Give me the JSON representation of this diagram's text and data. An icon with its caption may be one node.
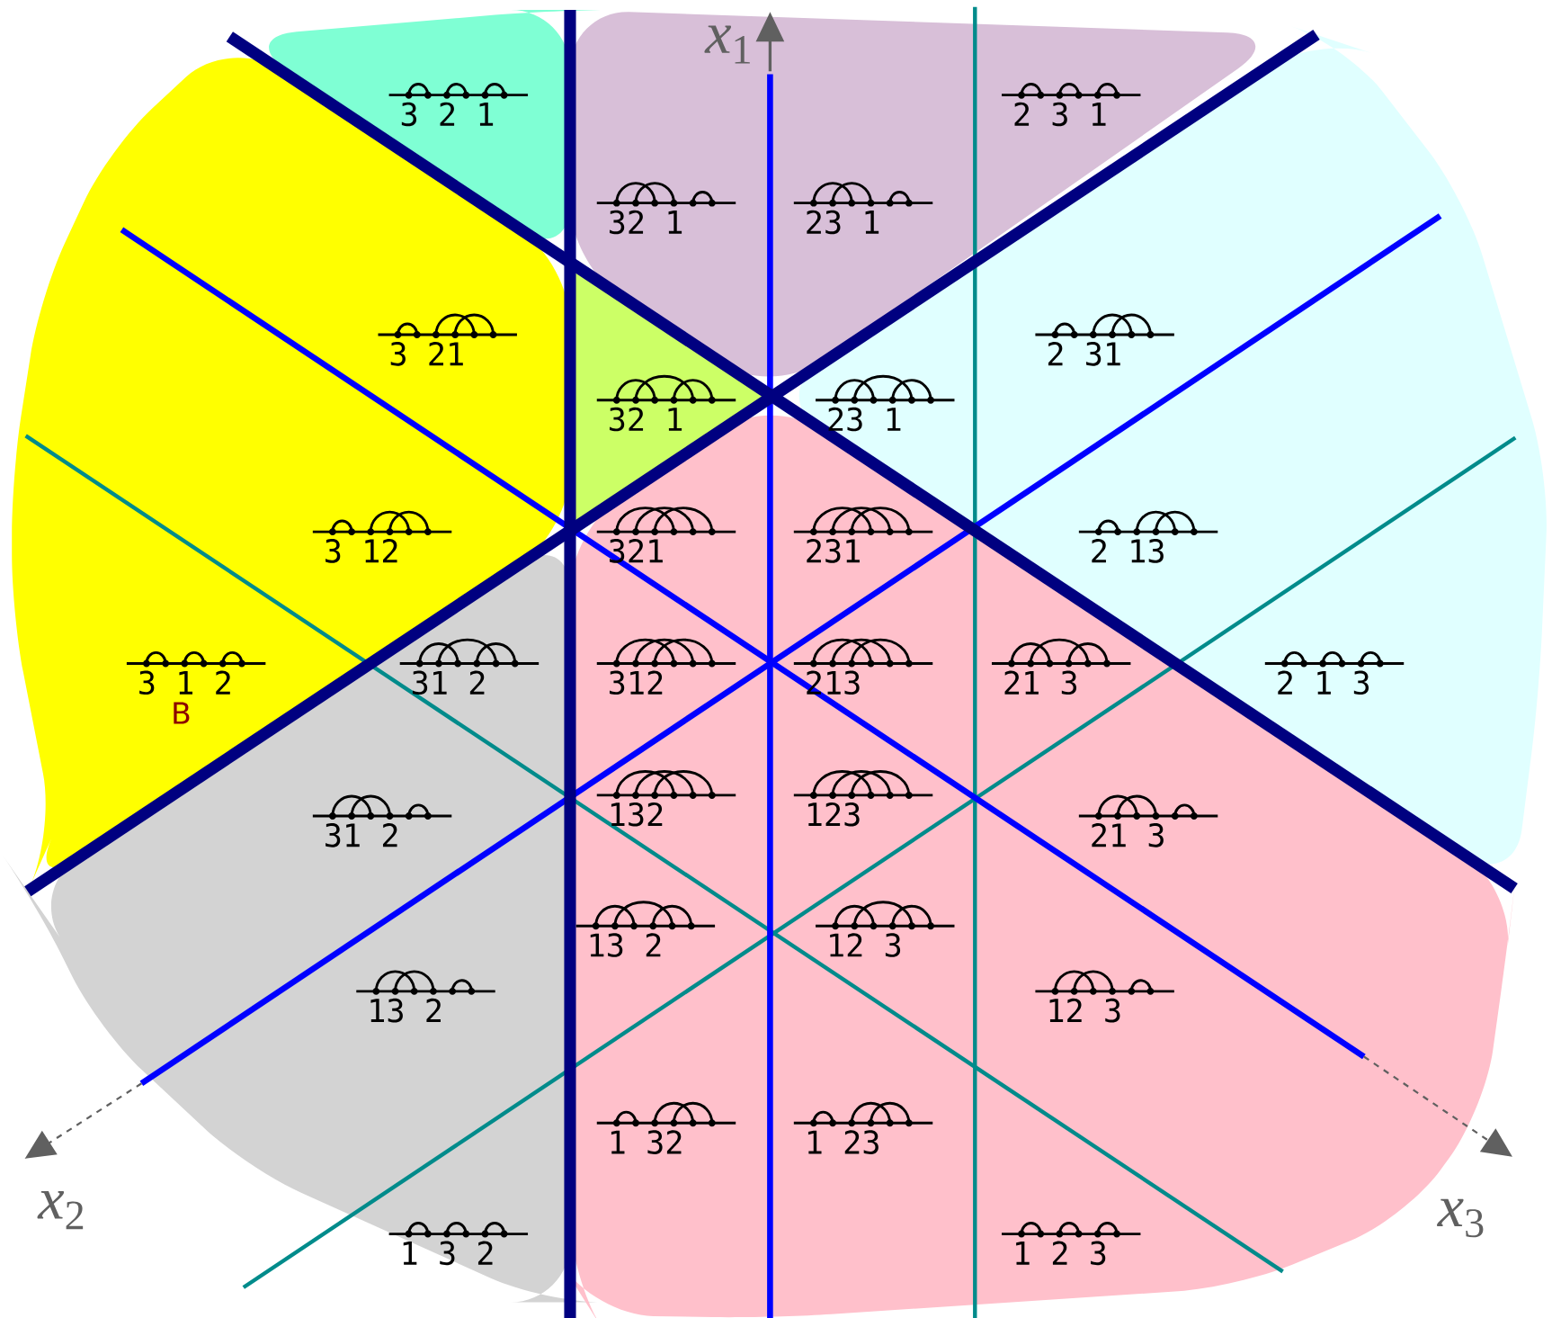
{
  "diagram": {
    "labels": [
      "*x*$_{1}$",
      "3 2 1",
      "2 3 1",
      "32 1",
      "23 1",
      "3 21",
      "2 31",
      "32 1",
      "23 1",
      "3 12",
      "321",
      "231",
      "2 13",
      "3 1 2",
      "31 2",
      "312",
      "213",
      "21 3",
      "2 1 3",
      "B",
      "132",
      "123",
      "31 2",
      "21 3",
      "13 2",
      "12 3",
      "13 2",
      "12 3",
      "1 32",
      "1 23",
      "*x*$_{2}$",
      "*x*$_{3}$",
      "1 3 2",
      "1 2 3"
    ]
  }
}
